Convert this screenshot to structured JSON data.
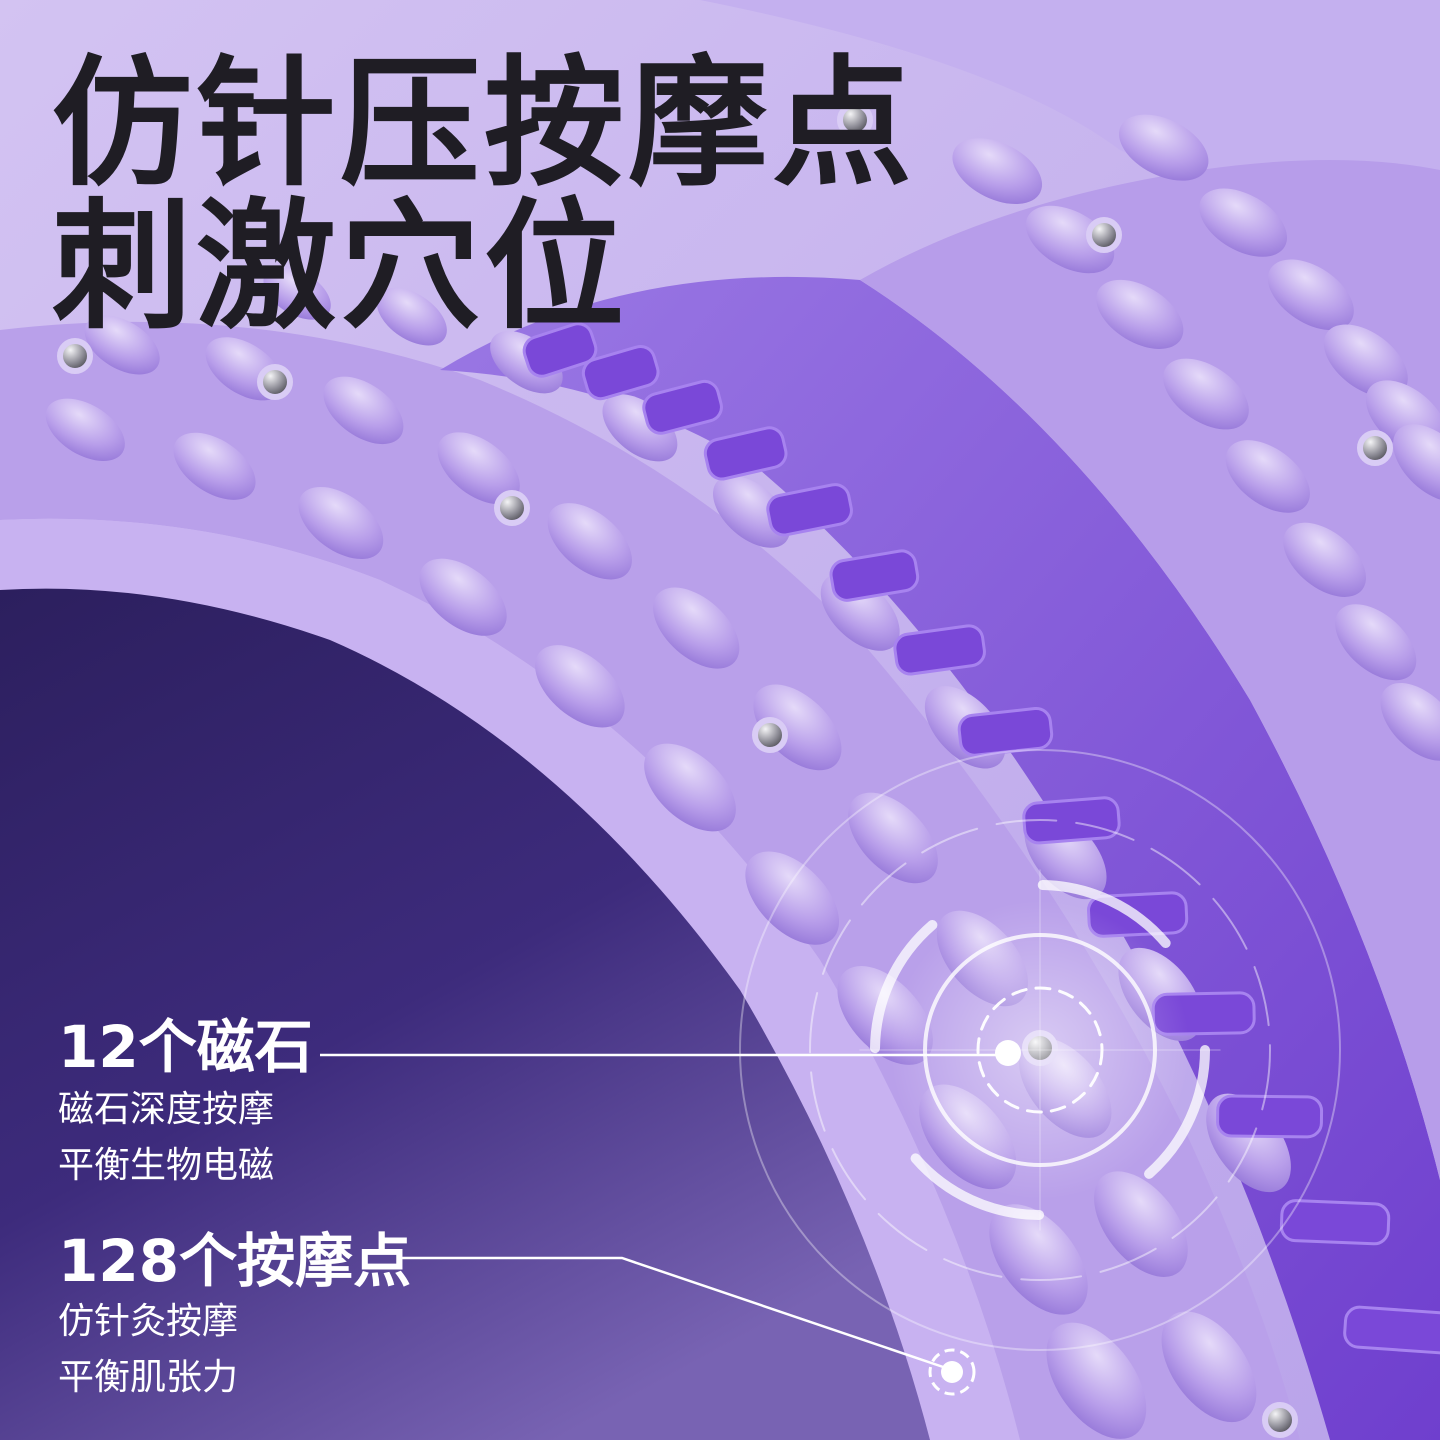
{
  "headline": {
    "line1": "仿针压按摩点",
    "line2": "刺激穴位"
  },
  "features": [
    {
      "title": "12个磁石",
      "lines": [
        "磁石深度按摩",
        "平衡生物电磁"
      ]
    },
    {
      "title": "128个按摩点",
      "lines": [
        "仿针灸按摩",
        "平衡肌张力"
      ]
    }
  ],
  "colors": {
    "background": "#cbb8ee",
    "headline_text": "#1f1d24",
    "ring_surface": "#b59ae6",
    "center_strip": "#7e4fd6",
    "inner_hole": "#3b2b76",
    "callout_text": "#ffffff"
  }
}
